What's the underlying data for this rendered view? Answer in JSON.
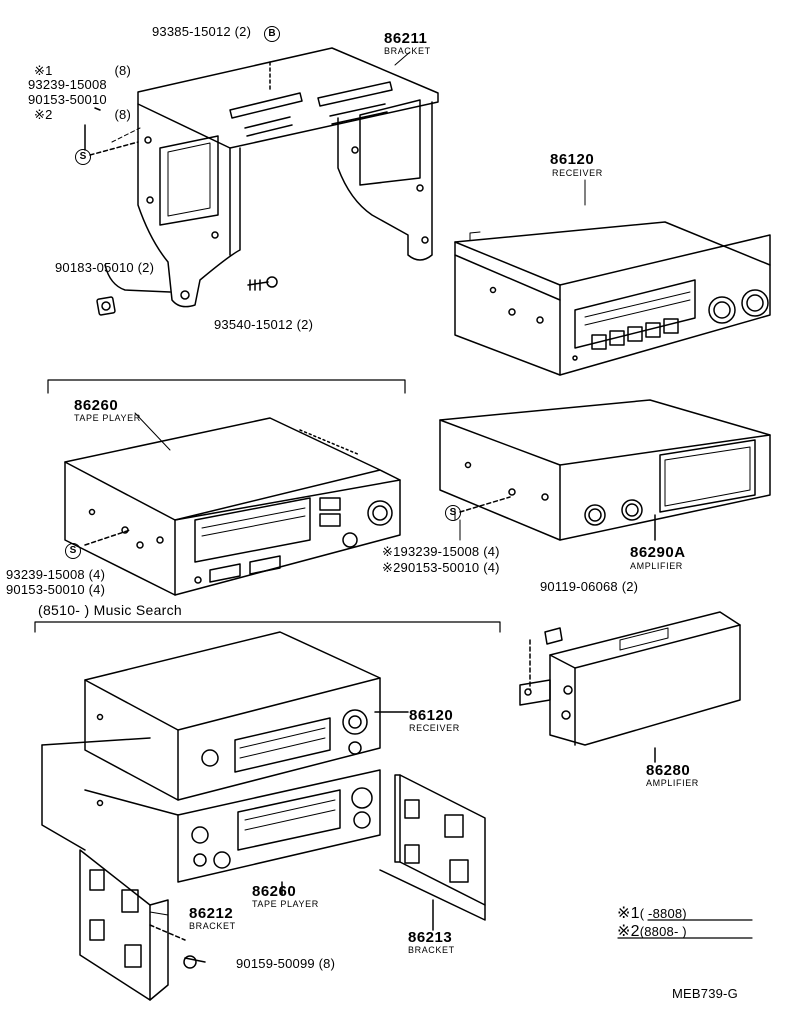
{
  "diagram": {
    "bracket_top": {
      "part": "86211",
      "name": "BRACKET"
    },
    "screw_top": {
      "part": "93385-15012",
      "qty": "(2)",
      "marker": "B"
    },
    "left_notes": {
      "line1_mark": "※1",
      "line1_qty": "(8)",
      "line2": "93239-15008",
      "line3": "90153-50010",
      "line4_mark": "※2",
      "line4_qty": "(8)",
      "marker": "S"
    },
    "nut_left": {
      "part": "90183-05010",
      "qty": "(2)"
    },
    "screw_mid": {
      "part": "93540-15012",
      "qty": "(2)"
    },
    "receiver_top": {
      "part": "86120",
      "name": "RECEIVER"
    },
    "tape_player_top": {
      "part": "86260",
      "name": "TAPE PLAYER"
    },
    "tape_left_notes": {
      "marker": "S",
      "line1": "93239-15008",
      "line1_qty": "(4)",
      "line2": "90153-50010",
      "line2_qty": "(4)"
    },
    "amp_notes": {
      "marker": "S",
      "line1_mark": "※1",
      "line1": "93239-15008",
      "line1_qty": "(4)",
      "line2_mark": "※2",
      "line2": "90153-50010",
      "line2_qty": "(4)"
    },
    "amplifier_top": {
      "part": "86290A",
      "name": "AMPLIFIER"
    },
    "music_search": "(8510-          ) Music Search",
    "screw_amp": {
      "part": "90119-06068",
      "qty": "(2)"
    },
    "amplifier_bottom": {
      "part": "86280",
      "name": "AMPLIFIER"
    },
    "receiver_bottom": {
      "part": "86120",
      "name": "RECEIVER"
    },
    "tape_player_bottom": {
      "part": "86260",
      "name": "TAPE PLAYER"
    },
    "bracket_left": {
      "part": "86212",
      "name": "BRACKET"
    },
    "bracket_right": {
      "part": "86213",
      "name": "BRACKET"
    },
    "screw_bottom": {
      "part": "90159-50099",
      "qty": "(8)"
    },
    "legend": {
      "l1_mark": "※1",
      "l1_text": "(         -8808)",
      "l2_mark": "※2",
      "l2_text": "(8808-         )"
    },
    "code": "MEB739-G"
  }
}
